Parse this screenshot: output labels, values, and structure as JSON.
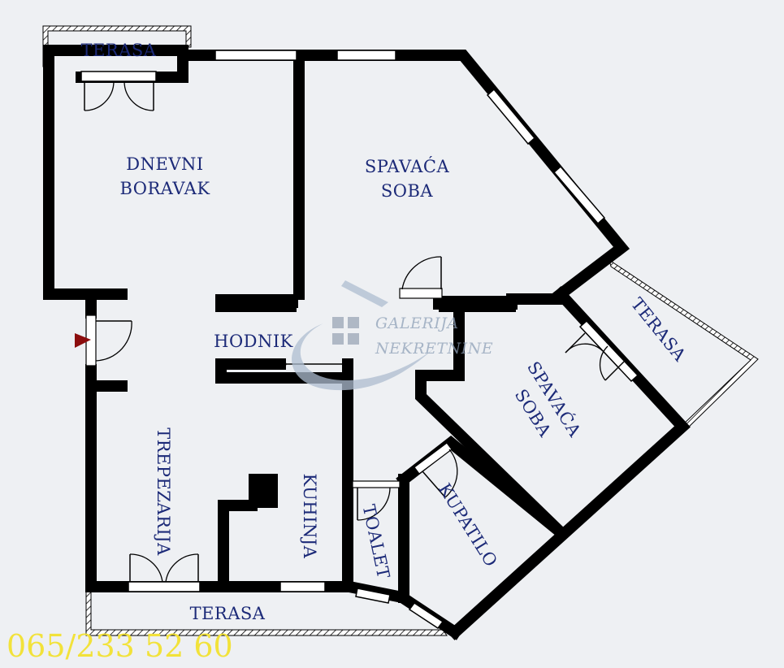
{
  "rooms": {
    "terrace_top_left": "TERASA",
    "living_line1": "DNEVNI",
    "living_line2": "BORAVAK",
    "bedroom1_line1": "SPAVAĆA",
    "bedroom1_line2": "SOBA",
    "hallway": "HODNIK",
    "terrace_right": "TERASA",
    "bedroom2_line1": "SPAVAĆA",
    "bedroom2_line2": "SOBA",
    "dining": "TREPEZARIJA",
    "kitchen": "KUHINJA",
    "toilet": "TOALET",
    "bathroom": "KUPATILO",
    "terrace_bottom": "TERASA"
  },
  "watermark": {
    "line1": "GALERIJA",
    "line2": "NEKRETNINE"
  },
  "phone": "065/233 52 60",
  "colors": {
    "background": "#eef0f3",
    "wall": "#000000",
    "label": "#1c2a78",
    "phone": "#f2e23a",
    "entrance_marker": "#8b0d0d"
  }
}
